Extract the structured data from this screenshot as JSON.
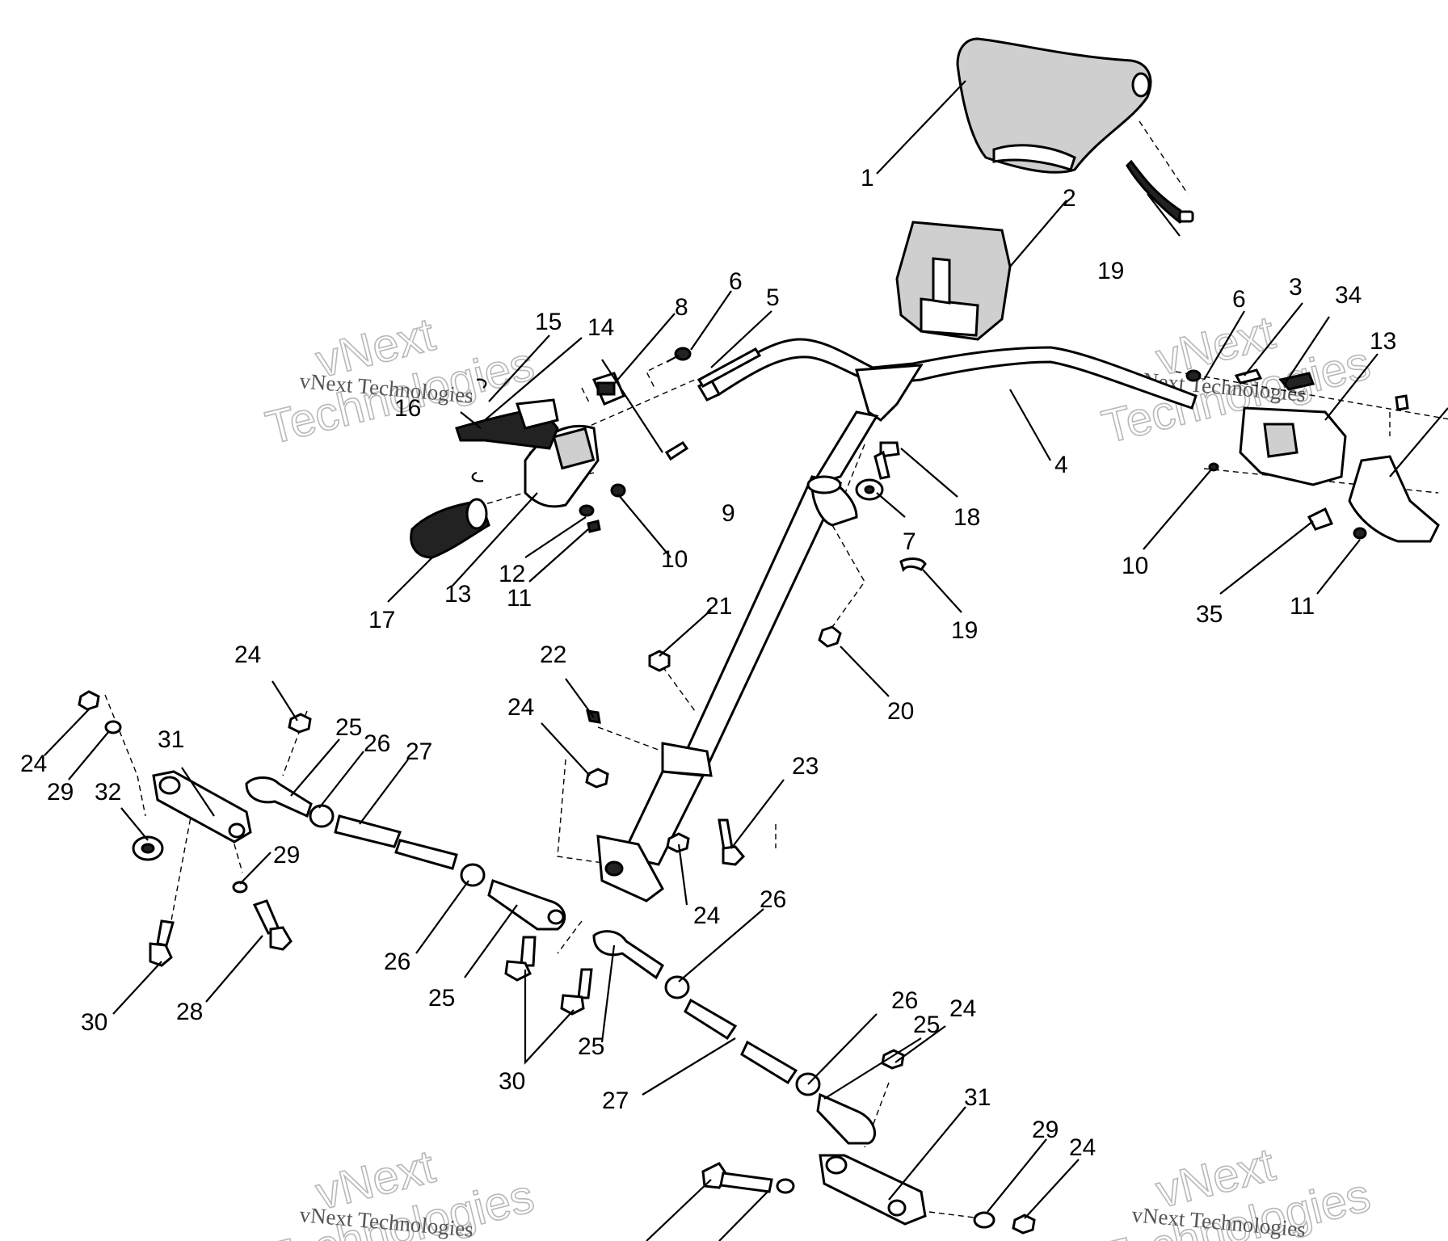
{
  "callouts": {
    "c1": "1",
    "c2": "2",
    "c3": "3",
    "c4": "4",
    "c5": "5",
    "c6a": "6",
    "c6b": "6",
    "c7": "7",
    "c8": "8",
    "c9": "9",
    "c10a": "10",
    "c10b": "10",
    "c11a": "11",
    "c11b": "11",
    "c12": "12",
    "c13a": "13",
    "c13b": "13",
    "c14": "14",
    "c15": "15",
    "c16": "16",
    "c17": "17",
    "c18": "18",
    "c19a": "19",
    "c19b": "19",
    "c20": "20",
    "c21": "21",
    "c22": "22",
    "c23": "23",
    "c24a": "24",
    "c24b": "24",
    "c24c": "24",
    "c24d": "24",
    "c24e": "24",
    "c24f": "24",
    "c25a": "25",
    "c25b": "25",
    "c25c": "25",
    "c25d": "25",
    "c26a": "26",
    "c26b": "26",
    "c26c": "26",
    "c26d": "26",
    "c27a": "27",
    "c27b": "27",
    "c28": "28",
    "c29a": "29",
    "c29b": "29",
    "c29c": "29",
    "c30a": "30",
    "c30b": "30",
    "c31a": "31",
    "c31b": "31",
    "c32": "32",
    "c34": "34",
    "c35": "35"
  },
  "watermark": {
    "big_line1": "vNext",
    "big_line2": "Technologies",
    "small": "vNext Technologies"
  }
}
